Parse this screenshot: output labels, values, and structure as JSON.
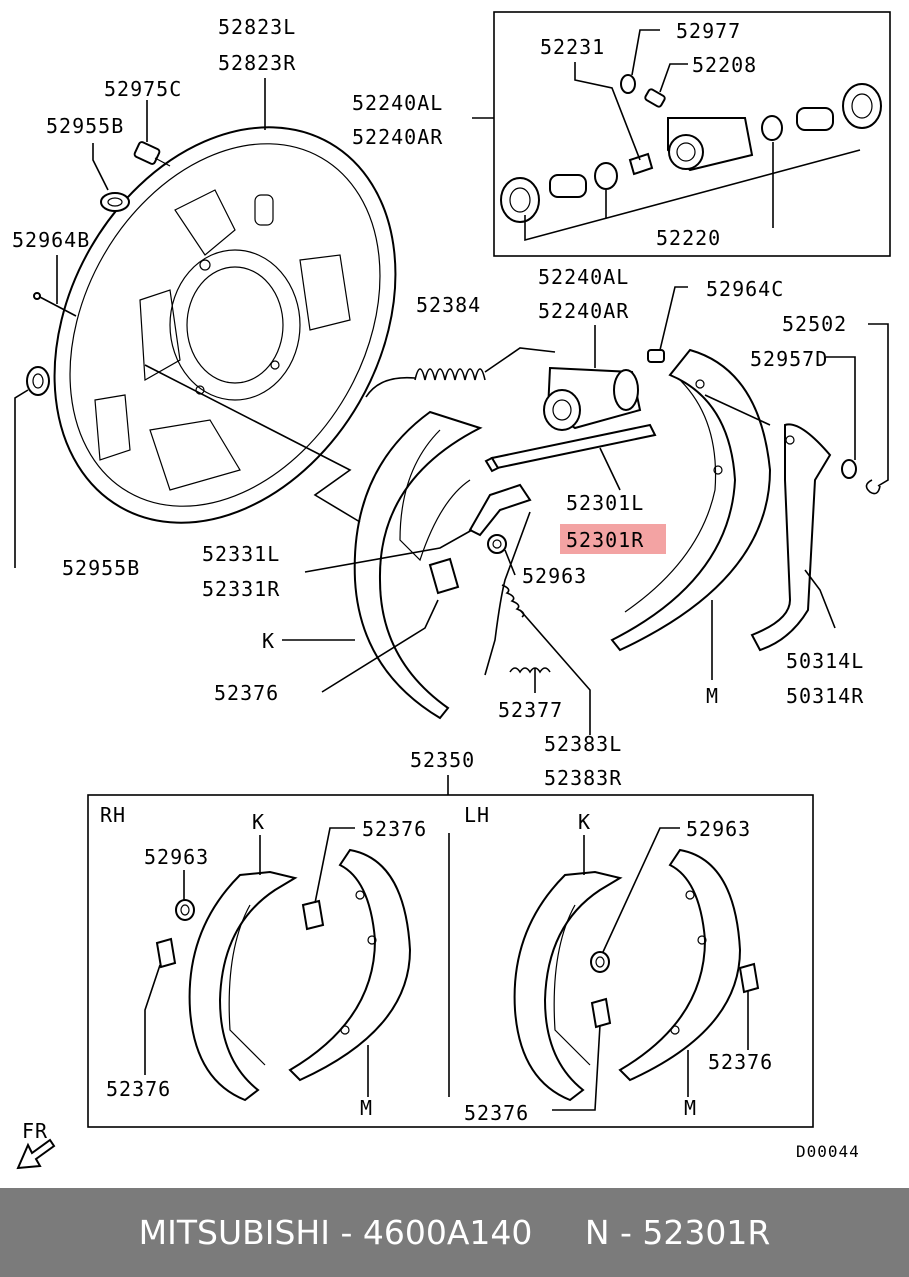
{
  "labels": {
    "l_52823L": "52823L",
    "l_52823R": "52823R",
    "l_52975C": "52975C",
    "l_52955B_top": "52955B",
    "l_52964B": "52964B",
    "l_52955B_bot": "52955B",
    "l_52240AL_top": "52240AL",
    "l_52240AR_top": "52240AR",
    "l_52231": "52231",
    "l_52977": "52977",
    "l_52208": "52208",
    "l_52220": "52220",
    "l_52384": "52384",
    "l_52240AL_mid": "52240AL",
    "l_52240AR_mid": "52240AR",
    "l_52964C": "52964C",
    "l_52502": "52502",
    "l_52957D": "52957D",
    "l_52301L": "52301L",
    "l_52301R": "52301R",
    "l_52331L": "52331L",
    "l_52331R": "52331R",
    "l_52963_mid": "52963",
    "l_K_mid": "K",
    "l_52376_mid": "52376",
    "l_52377": "52377",
    "l_M_mid": "M",
    "l_50314L": "50314L",
    "l_50314R": "50314R",
    "l_52383L": "52383L",
    "l_52383R": "52383R",
    "l_52350": "52350",
    "l_RH": "RH",
    "l_LH": "LH",
    "l_K_rh": "K",
    "l_52376_rh_top": "52376",
    "l_52963_rh": "52963",
    "l_52376_rh_bot": "52376",
    "l_M_rh": "M",
    "l_K_lh": "K",
    "l_52963_lh": "52963",
    "l_52376_lh_right": "52376",
    "l_52376_lh_bot": "52376",
    "l_M_lh": "M",
    "l_FR": "FR",
    "l_code": "D00044"
  },
  "highlight_color": "#f3a3a3",
  "footer": {
    "text": "MITSUBISHI - 4600A140     N - 52301R"
  }
}
